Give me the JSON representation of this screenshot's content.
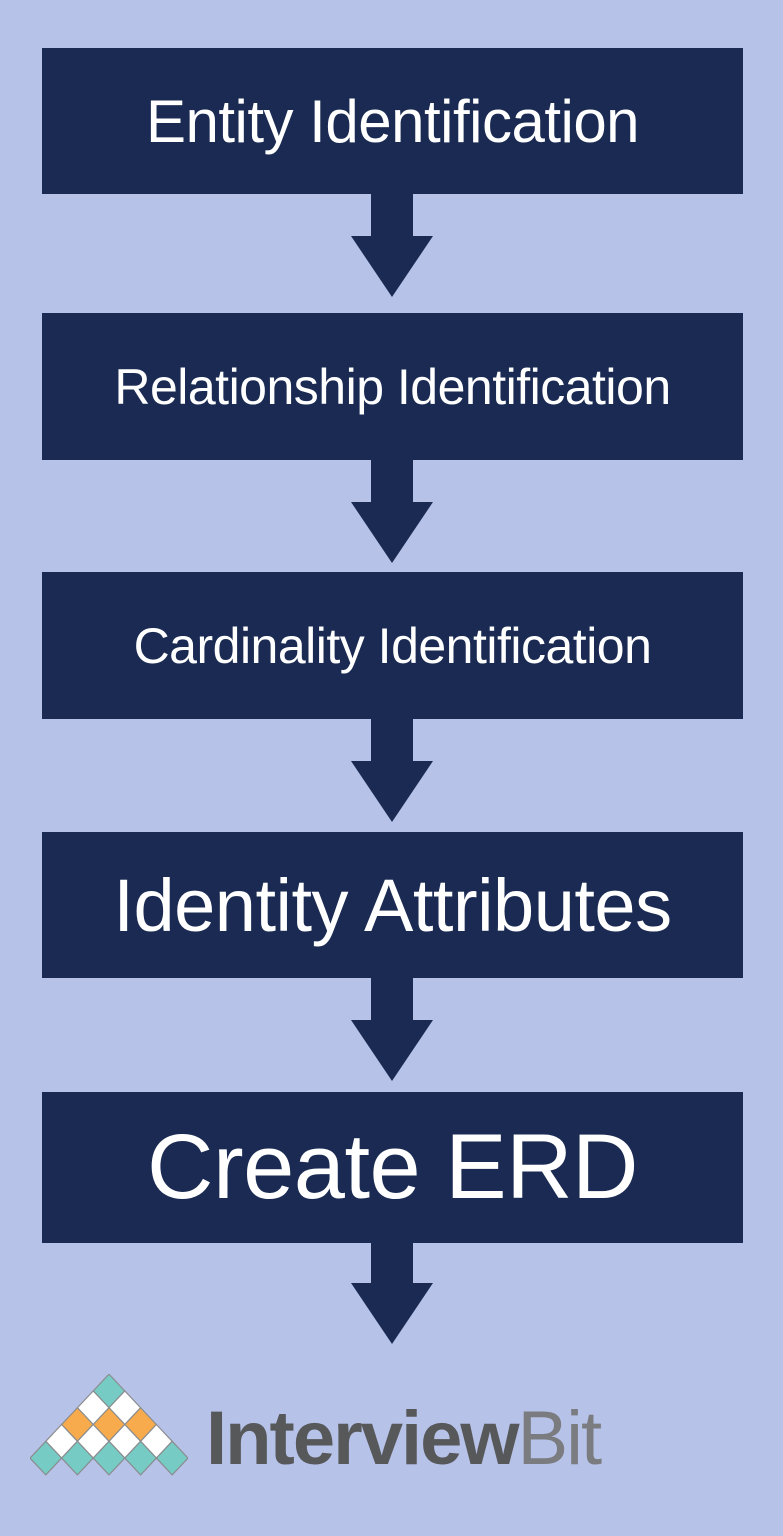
{
  "title": "ERD creation steps flowchart",
  "steps": [
    {
      "label": "Entity Identification"
    },
    {
      "label": "Relationship Identification"
    },
    {
      "label": "Cardinality Identification"
    },
    {
      "label": "Identity Attributes"
    },
    {
      "label": "Create ERD"
    }
  ],
  "colors": {
    "background": "#b7c2e8",
    "box": "#1a2a52",
    "box_text": "#ffffff",
    "logo_teal": "#76ccc5",
    "logo_orange": "#f7ab4c",
    "logo_white": "#ffffff",
    "logo_diamond_border": "#8a8c8e",
    "logo_text_primary": "#57585a",
    "logo_text_secondary": "#7b7c7f"
  },
  "logo": {
    "brand_primary": "Interview",
    "brand_secondary": "Bit",
    "pyramid_rows": [
      [
        "teal"
      ],
      [
        "white",
        "white"
      ],
      [
        "orange",
        "orange",
        "orange"
      ],
      [
        "white",
        "white",
        "white",
        "white"
      ],
      [
        "teal",
        "teal",
        "teal",
        "teal",
        "teal"
      ]
    ]
  }
}
